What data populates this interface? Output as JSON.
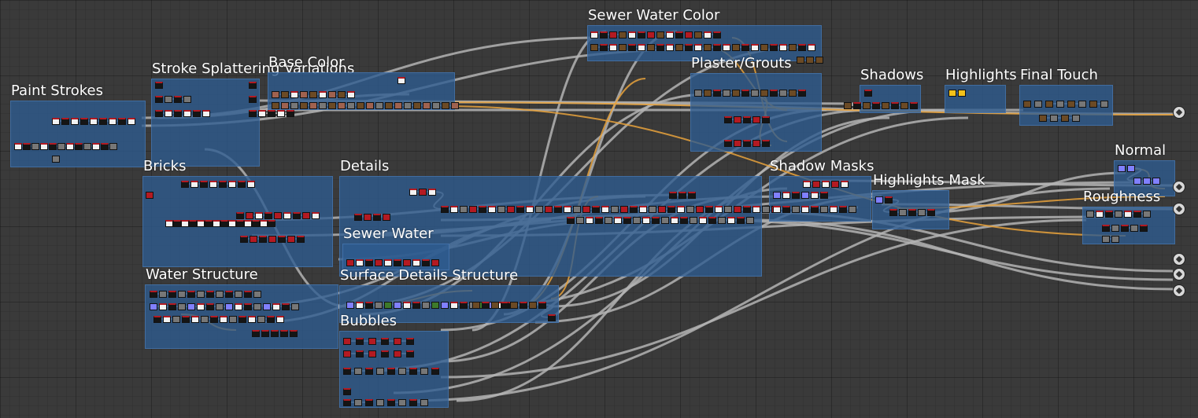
{
  "app": {
    "name": "node-graph-editor"
  },
  "colors": {
    "background": "#3a3a3a",
    "frame": "#2e5c91",
    "wire_gray": "#b4b4b4",
    "wire_orange": "#e8a23c",
    "node_white": "#f2f2f2",
    "node_black": "#151515",
    "node_red": "#b31a22",
    "node_gray": "#777777",
    "node_brown": "#6b4a25",
    "node_purple": "#8080ff",
    "node_yellow": "#f4c21a",
    "node_green": "#3d7a2a",
    "node_salmon": "#a0624f"
  },
  "frames": [
    {
      "id": "paint-strokes",
      "title": "Paint Strokes"
    },
    {
      "id": "stroke-splattering-variations",
      "title": "Stroke Splattering Variations"
    },
    {
      "id": "base-color",
      "title": "Base Color"
    },
    {
      "id": "sewer-water-color",
      "title": "Sewer Water Color"
    },
    {
      "id": "plaster-grouts",
      "title": "Plaster/Grouts"
    },
    {
      "id": "shadows",
      "title": "Shadows"
    },
    {
      "id": "highlights",
      "title": "Highlights"
    },
    {
      "id": "final-touch",
      "title": "Final Touch"
    },
    {
      "id": "normal",
      "title": "Normal"
    },
    {
      "id": "roughness",
      "title": "Roughness"
    },
    {
      "id": "bricks",
      "title": "Bricks"
    },
    {
      "id": "details",
      "title": "Details"
    },
    {
      "id": "shadow-masks",
      "title": "Shadow Masks"
    },
    {
      "id": "highlights-mask",
      "title": "Highlights Mask"
    },
    {
      "id": "sewer-water",
      "title": "Sewer Water"
    },
    {
      "id": "water-structure",
      "title": "Water Structure"
    },
    {
      "id": "surface-details-structure",
      "title": "Surface Details Structure"
    },
    {
      "id": "bubbles",
      "title": "Bubbles"
    }
  ],
  "output_nodes": [
    "basecolor-output",
    "normal-output",
    "roughness-output",
    "extra-output-1",
    "extra-output-2",
    "extra-output-3"
  ]
}
